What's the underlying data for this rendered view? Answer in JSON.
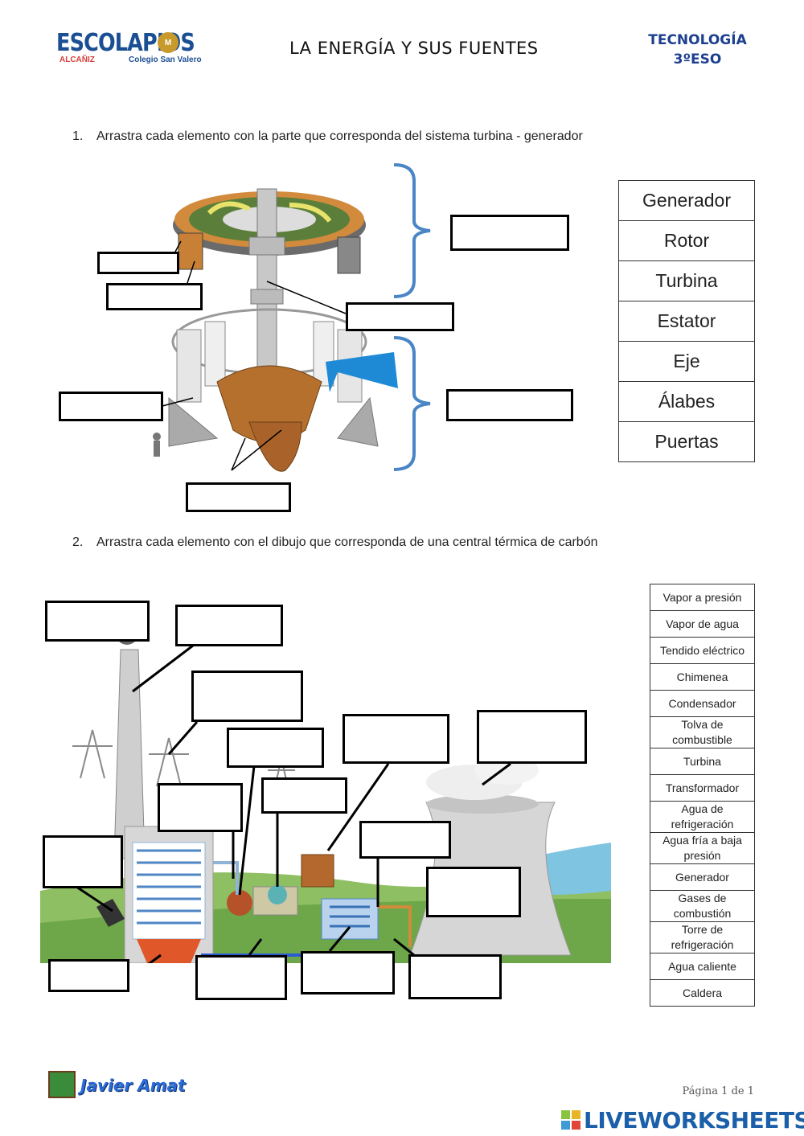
{
  "header": {
    "logo_text": "ESCOLAPIOS",
    "logo_city": "ALCAÑIZ",
    "logo_school": "Colegio San Valero",
    "logo_badge": "M",
    "title": "LA ENERGÍA Y SUS FUENTES",
    "subject_line1": "TECNOLOGÍA",
    "subject_line2": "3ºESO"
  },
  "question1": {
    "number": "1.",
    "text": "Arrastra cada elemento con la parte que corresponda del sistema turbina - generador",
    "word_bank": [
      "Generador",
      "Rotor",
      "Turbina",
      "Estator",
      "Eje",
      "Álabes",
      "Puertas"
    ]
  },
  "question2": {
    "number": "2.",
    "text": "Arrastra cada elemento con el dibujo que corresponda de una central térmica de carbón",
    "word_bank": [
      "Vapor a presión",
      "Vapor de agua",
      "Tendido eléctrico",
      "Chimenea",
      "Condensador",
      "Tolva de combustible",
      "Turbina",
      "Transformador",
      "Agua de refrigeración",
      "Agua fría a baja presión",
      "Generador",
      "Gases de combustión",
      "Torre de refrigeración",
      "Agua caliente",
      "Caldera"
    ]
  },
  "footer": {
    "author": "Javier Amat",
    "page": "Página 1 de 1",
    "brand": "LIVEWORKSHEETS"
  },
  "colors": {
    "brand_blue": "#1a5fa8",
    "subject_blue": "#1d3f8f",
    "bracket_blue": "#4a86c5",
    "turbine_orange": "#b5702e"
  }
}
